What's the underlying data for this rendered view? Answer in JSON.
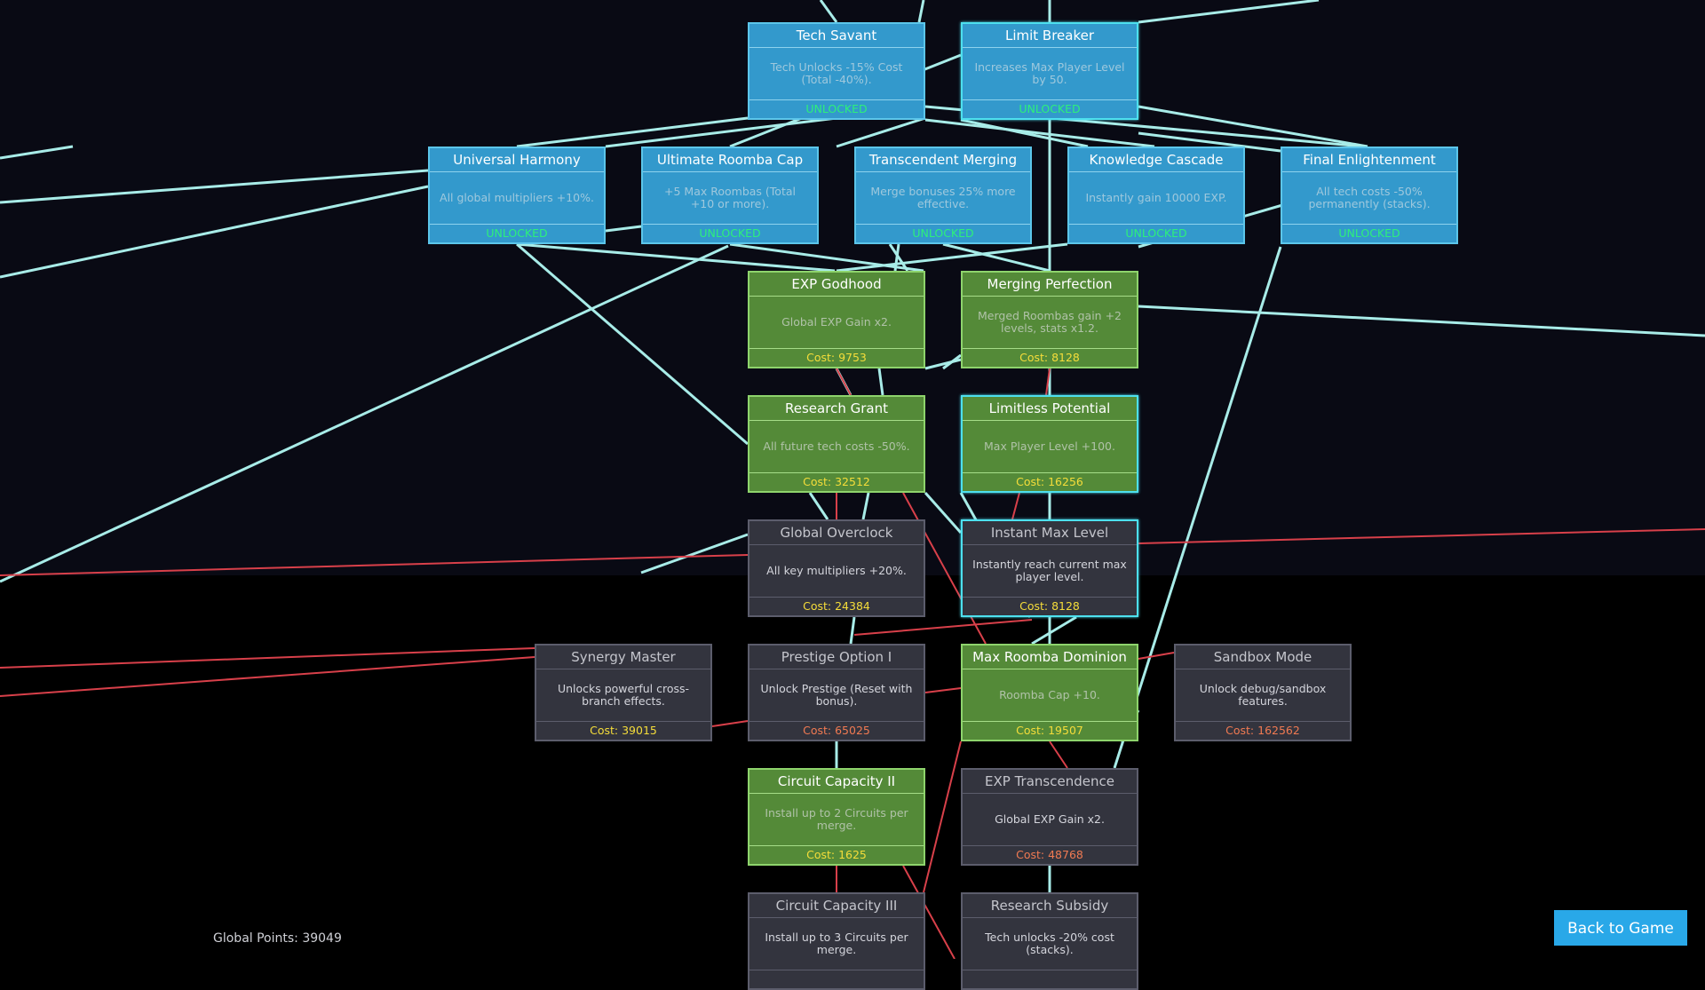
{
  "global_points": "Global Points: 39049",
  "back_button": "Back to Game",
  "nodes": [
    {
      "id": "tech-savant",
      "title": "Tech Savant",
      "desc": "Tech Unlocks -15% Cost (Total -40%).",
      "footer": "UNLOCKED",
      "state": "unlocked"
    },
    {
      "id": "limit-breaker",
      "title": "Limit Breaker",
      "desc": "Increases Max Player Level by 50.",
      "footer": "UNLOCKED",
      "state": "unlocked"
    },
    {
      "id": "universal-harmony",
      "title": "Universal Harmony",
      "desc": "All global multipliers +10%.",
      "footer": "UNLOCKED",
      "state": "unlocked"
    },
    {
      "id": "ultimate-roomba-cap",
      "title": "Ultimate Roomba Cap",
      "desc": "+5 Max Roombas (Total +10 or more).",
      "footer": "UNLOCKED",
      "state": "unlocked"
    },
    {
      "id": "transcendent-merging",
      "title": "Transcendent Merging",
      "desc": "Merge bonuses 25% more effective.",
      "footer": "UNLOCKED",
      "state": "unlocked"
    },
    {
      "id": "knowledge-cascade",
      "title": "Knowledge Cascade",
      "desc": "Instantly gain 10000 EXP.",
      "footer": "UNLOCKED",
      "state": "unlocked"
    },
    {
      "id": "final-enlightenment",
      "title": "Final Enlightenment",
      "desc": "All tech costs -50% permanently (stacks).",
      "footer": "UNLOCKED",
      "state": "unlocked"
    },
    {
      "id": "exp-godhood",
      "title": "EXP Godhood",
      "desc": "Global EXP Gain x2.",
      "footer": "Cost: 9753",
      "state": "available",
      "cost_ok": true
    },
    {
      "id": "merging-perfection",
      "title": "Merging Perfection",
      "desc": "Merged Roombas gain +2 levels, stats x1.2.",
      "footer": "Cost: 8128",
      "state": "available",
      "cost_ok": true
    },
    {
      "id": "research-grant",
      "title": "Research Grant",
      "desc": "All future tech costs -50%.",
      "footer": "Cost: 32512",
      "state": "available",
      "cost_ok": true
    },
    {
      "id": "limitless-potential",
      "title": "Limitless Potential",
      "desc": "Max Player Level +100.",
      "footer": "Cost: 16256",
      "state": "available",
      "cost_ok": true
    },
    {
      "id": "global-overclock",
      "title": "Global Overclock",
      "desc": "All key multipliers +20%.",
      "footer": "Cost: 24384",
      "state": "locked",
      "cost_ok": true
    },
    {
      "id": "instant-max-level",
      "title": "Instant Max Level",
      "desc": "Instantly reach current max player level.",
      "footer": "Cost: 8128",
      "state": "locked",
      "cost_ok": true
    },
    {
      "id": "synergy-master",
      "title": "Synergy Master",
      "desc": "Unlocks powerful cross-branch effects.",
      "footer": "Cost: 39015",
      "state": "locked",
      "cost_ok": true
    },
    {
      "id": "prestige-option-i",
      "title": "Prestige Option I",
      "desc": "Unlock Prestige (Reset with bonus).",
      "footer": "Cost: 65025",
      "state": "locked",
      "cost_ok": false
    },
    {
      "id": "max-roomba-dominion",
      "title": "Max Roomba Dominion",
      "desc": "Roomba Cap +10.",
      "footer": "Cost: 19507",
      "state": "available",
      "cost_ok": true
    },
    {
      "id": "sandbox-mode",
      "title": "Sandbox Mode",
      "desc": "Unlock debug/sandbox features.",
      "footer": "Cost: 162562",
      "state": "locked",
      "cost_ok": false
    },
    {
      "id": "circuit-capacity-ii",
      "title": "Circuit Capacity II",
      "desc": "Install up to 2 Circuits per merge.",
      "footer": "Cost: 1625",
      "state": "available",
      "cost_ok": true
    },
    {
      "id": "exp-transcendence",
      "title": "EXP Transcendence",
      "desc": "Global EXP Gain x2.",
      "footer": "Cost: 48768",
      "state": "locked",
      "cost_ok": false
    },
    {
      "id": "circuit-capacity-iii",
      "title": "Circuit Capacity III",
      "desc": "Install up to 3 Circuits per merge.",
      "footer": "",
      "state": "locked",
      "cost_ok": true
    },
    {
      "id": "research-subsidy",
      "title": "Research Subsidy",
      "desc": "Tech unlocks -20% cost (stacks).",
      "footer": "",
      "state": "locked",
      "cost_ok": true
    }
  ],
  "colors": {
    "link_unlocked": "#a8ece8",
    "link_locked": "#d8404a"
  }
}
